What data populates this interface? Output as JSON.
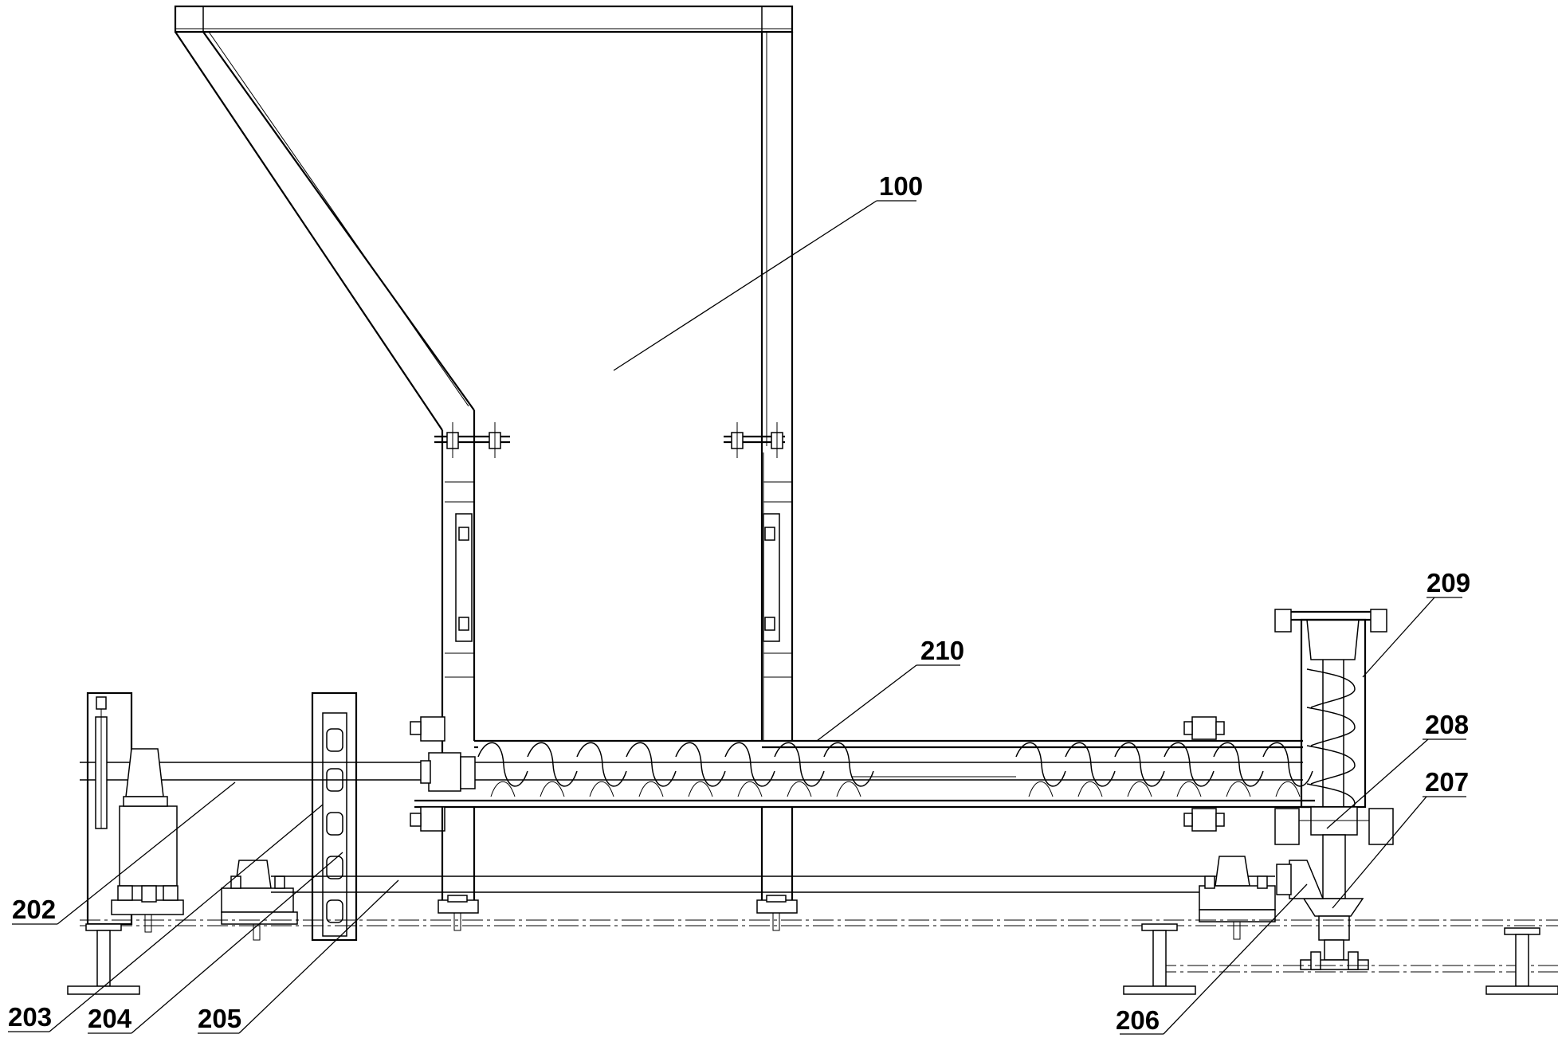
{
  "labels": {
    "hopper": "100",
    "shaft": "202",
    "coupling_a": "203",
    "bearing_seat": "204",
    "lower_shaft": "205",
    "bevel_gear": "206",
    "vertical_gear": "207",
    "vertical_bearing": "208",
    "vertical_screw": "209",
    "screw_conveyor": "210"
  }
}
